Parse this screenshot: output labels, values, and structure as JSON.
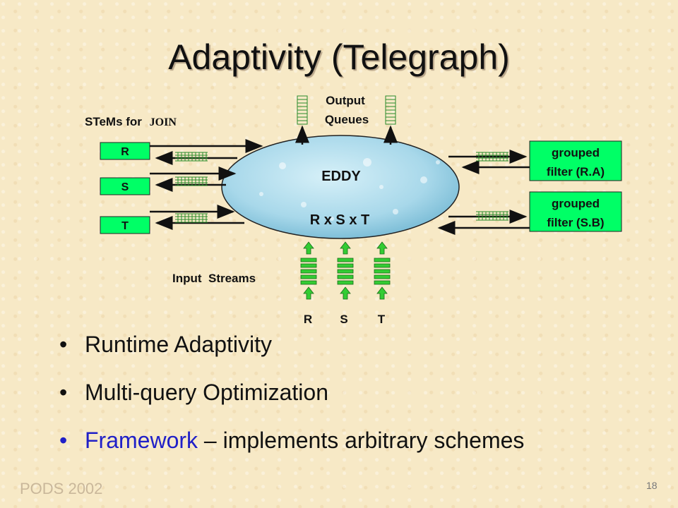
{
  "title": "Adaptivity (Telegraph)",
  "diagram": {
    "stems_label": "STeMs for",
    "stems_label_smallcaps": "JOIN",
    "stems": [
      "R",
      "S",
      "T"
    ],
    "output_queues_line1": "Output",
    "output_queues_line2": "Queues",
    "eddy_label": "EDDY",
    "eddy_expr": "R x S x T",
    "filters": [
      {
        "line1": "grouped",
        "line2": "filter (R.A)"
      },
      {
        "line1": "grouped",
        "line2": "filter (S.B)"
      }
    ],
    "input_streams_label": "Input  Streams",
    "input_streams": [
      "R",
      "S",
      "T"
    ],
    "colors": {
      "box_green": "#00ff66",
      "arrow_green": "#33cc33",
      "eddy_blue": "#a8d8ea"
    }
  },
  "bullets": [
    {
      "text": "Runtime Adaptivity"
    },
    {
      "text": "Multi-query Optimization"
    },
    {
      "highlight": "Framework",
      "rest": " – implements arbitrary schemes"
    }
  ],
  "bullet_symbol": "•",
  "footer": "PODS 2002",
  "page_number": "18"
}
